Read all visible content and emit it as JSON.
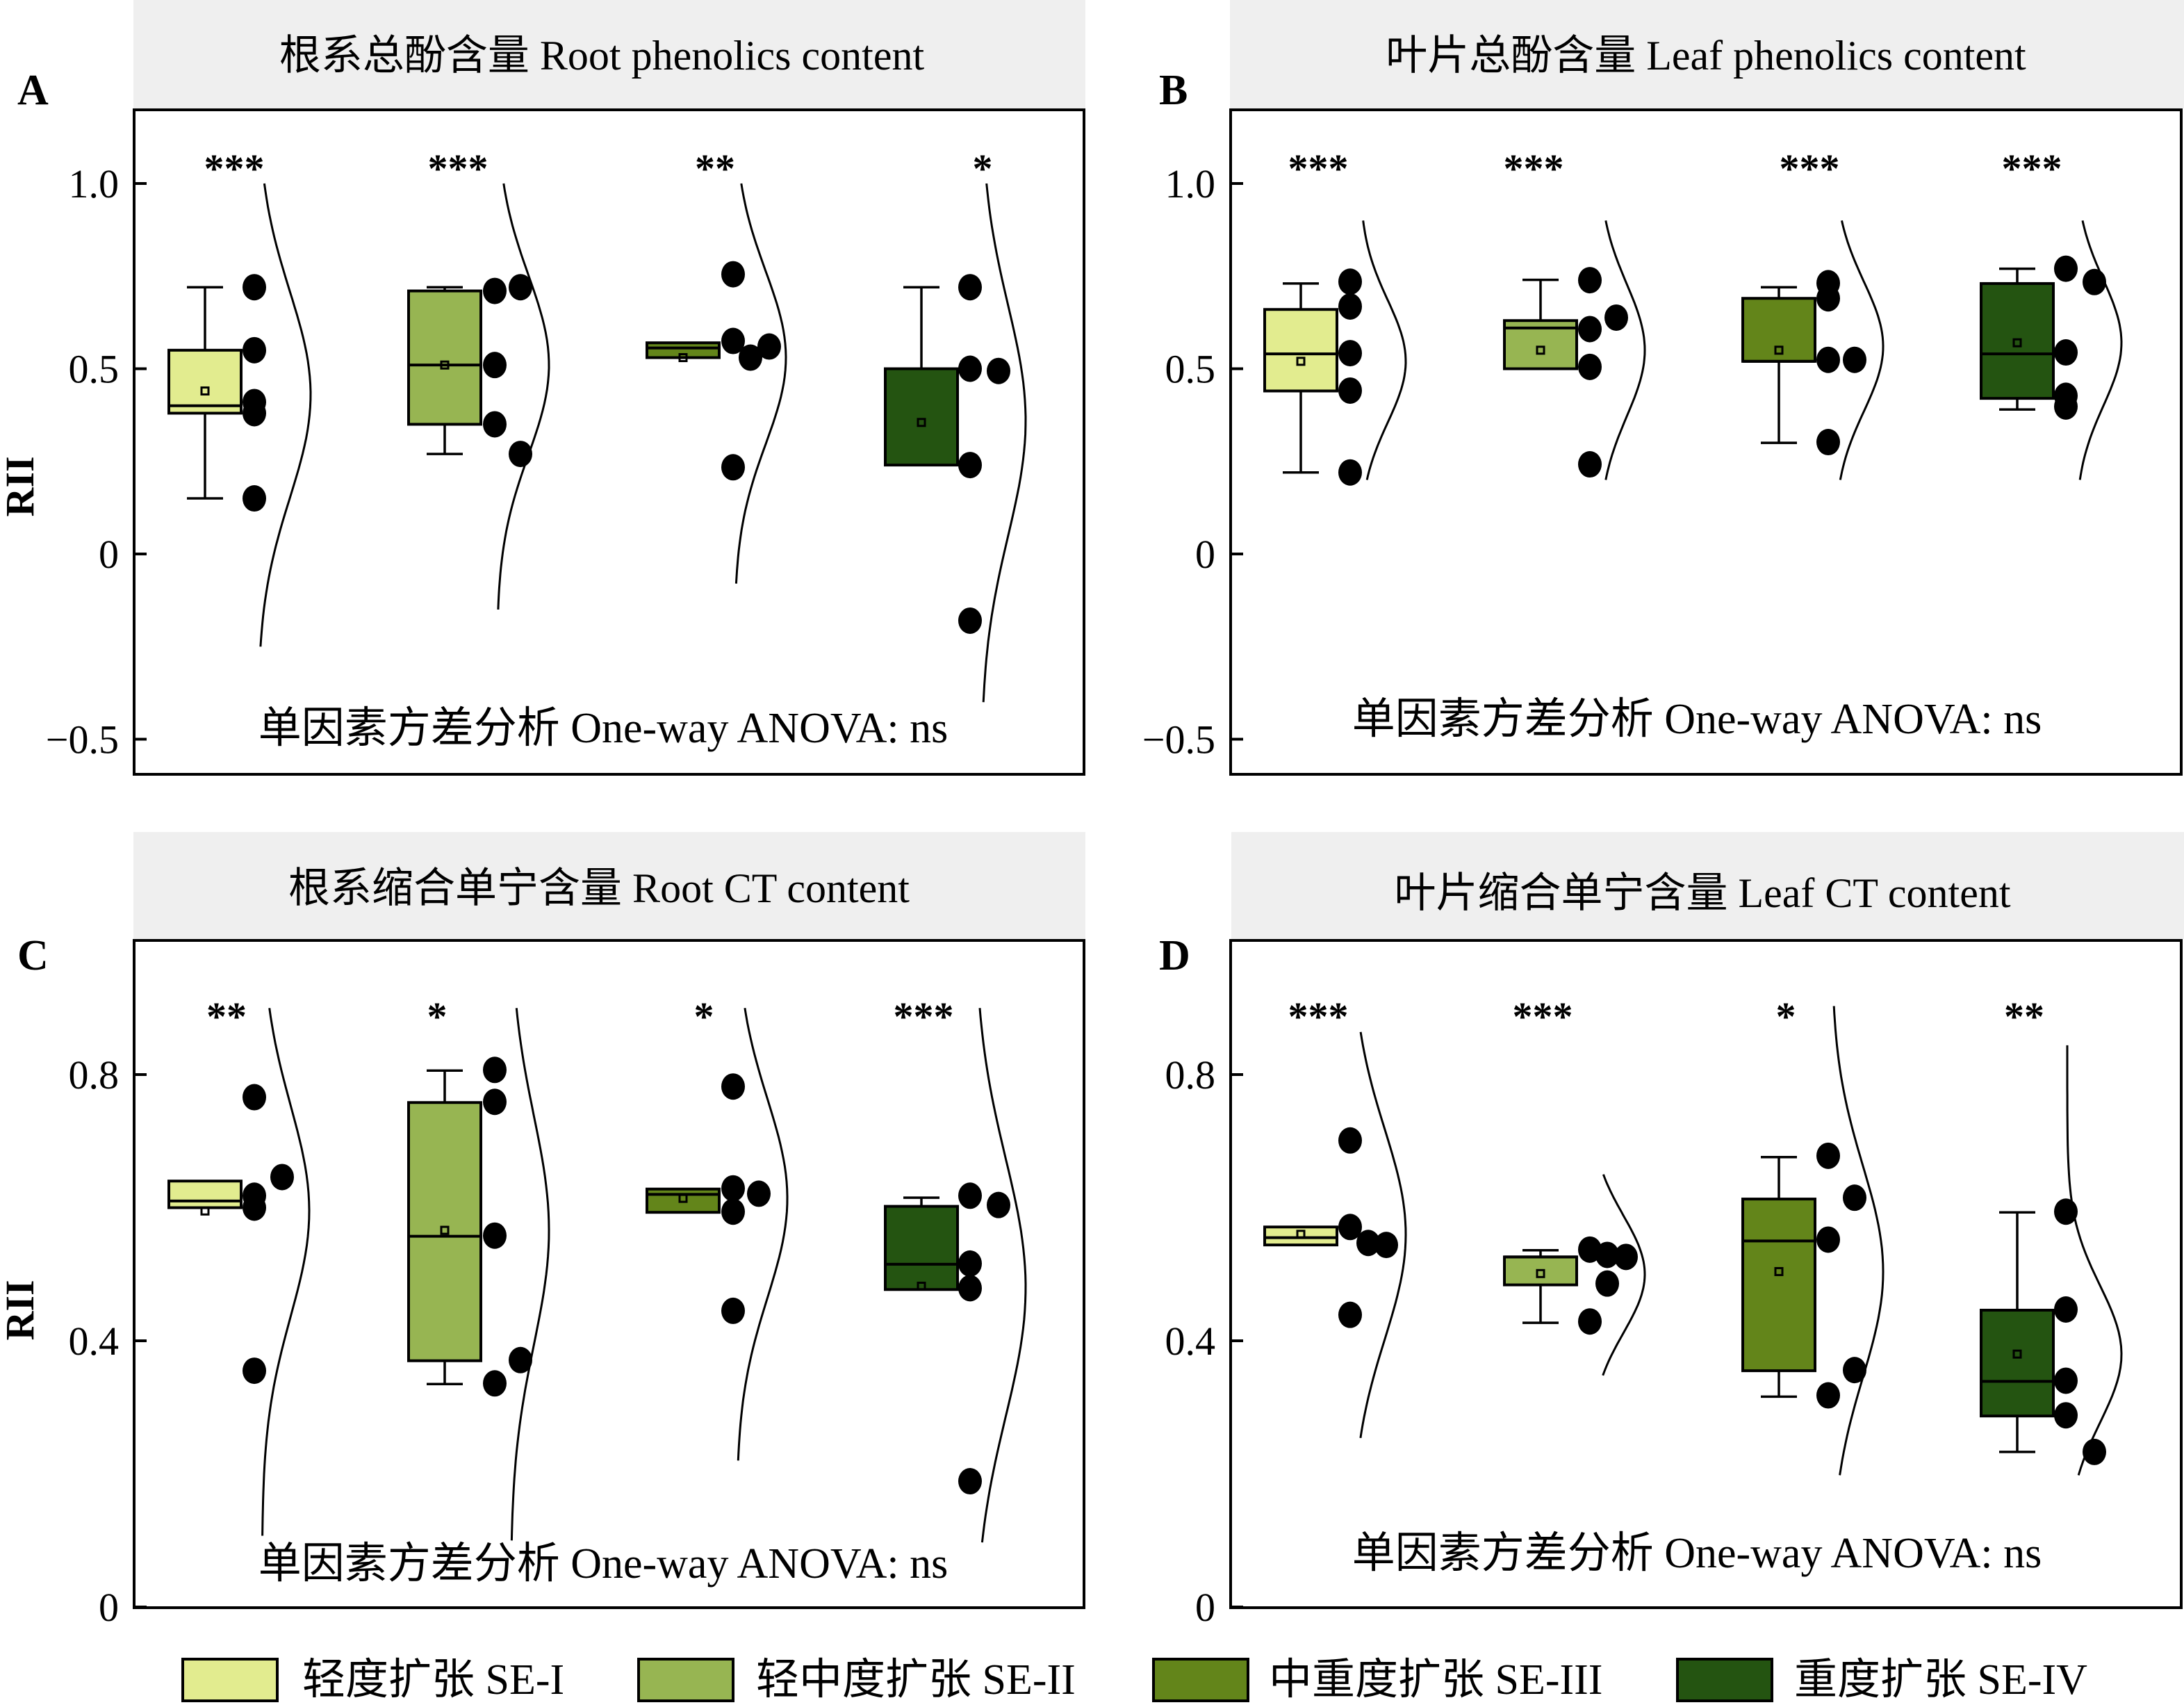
{
  "legend": [
    {
      "label": "轻度扩张 SE-I",
      "color": "#E2EC8F"
    },
    {
      "label": "轻中度扩张 SE-II",
      "color": "#97B552"
    },
    {
      "label": "中重度扩张 SE-III",
      "color": "#63851A"
    },
    {
      "label": "重度扩张 SE-IV",
      "color": "#245411"
    }
  ],
  "chart_data": [
    {
      "panel": "A",
      "type": "box",
      "title": "根系总酚含量 Root phenolics content",
      "ylabel": "RII",
      "ylim": [
        -0.6,
        1.2
      ],
      "yticks": [
        1.0,
        0.5,
        0,
        -0.5
      ],
      "ytick_labels": [
        "1.0",
        "0.5",
        "0",
        "−0.5"
      ],
      "annotation": "单因素方差分析 One-way ANOVA: ns",
      "groups": [
        {
          "name": "SE-I",
          "significance": "***",
          "whisker_low": 0.15,
          "q1": 0.38,
          "median": 0.4,
          "q3": 0.55,
          "whisker_high": 0.72,
          "mean": 0.44,
          "points": [
            0.72,
            0.55,
            0.41,
            0.38,
            0.15
          ],
          "density_range": [
            -0.25,
            1.0
          ],
          "density_peak": 0.43
        },
        {
          "name": "SE-II",
          "significance": "***",
          "whisker_low": 0.27,
          "q1": 0.35,
          "median": 0.51,
          "q3": 0.71,
          "whisker_high": 0.72,
          "mean": 0.51,
          "points": [
            0.71,
            0.72,
            0.51,
            0.35,
            0.27
          ],
          "density_range": [
            -0.15,
            1.0
          ],
          "density_peak": 0.51
        },
        {
          "name": "SE-III",
          "significance": "**",
          "whisker_low": 0.53,
          "q1": 0.53,
          "median": 0.556,
          "q3": 0.57,
          "whisker_high": 0.57,
          "mean": 0.53,
          "points": [
            0.755,
            0.575,
            0.53,
            0.56,
            0.234
          ],
          "density_range": [
            -0.08,
            1.0
          ],
          "density_peak": 0.53
        },
        {
          "name": "SE-IV",
          "significance": "*",
          "whisker_low": 0.24,
          "q1": 0.24,
          "median": 0.5,
          "q3": 0.5,
          "whisker_high": 0.72,
          "mean": 0.355,
          "points": [
            0.72,
            0.5,
            0.494,
            0.24,
            -0.18
          ],
          "density_range": [
            -0.4,
            1.0
          ],
          "density_peak": 0.36
        }
      ]
    },
    {
      "panel": "B",
      "type": "box",
      "title": "叶片总酚含量 Leaf phenolics content",
      "ylabel": "",
      "ylim": [
        -0.6,
        1.2
      ],
      "yticks": [
        1.0,
        0.5,
        0,
        -0.5
      ],
      "ytick_labels": [
        "1.0",
        "0.5",
        "0",
        "−0.5"
      ],
      "annotation": "单因素方差分析 One-way ANOVA: ns",
      "groups": [
        {
          "name": "SE-I",
          "significance": "***",
          "whisker_low": 0.22,
          "q1": 0.44,
          "median": 0.54,
          "q3": 0.66,
          "whisker_high": 0.73,
          "mean": 0.52,
          "points": [
            0.735,
            0.668,
            0.542,
            0.441,
            0.22
          ],
          "density_range": [
            0.2,
            0.9
          ],
          "density_peak": 0.52
        },
        {
          "name": "SE-II",
          "significance": "***",
          "whisker_low": 0.5,
          "q1": 0.5,
          "median": 0.61,
          "q3": 0.63,
          "whisker_high": 0.74,
          "mean": 0.55,
          "points": [
            0.739,
            0.607,
            0.505,
            0.638,
            0.242
          ],
          "density_range": [
            0.2,
            0.9
          ],
          "density_peak": 0.55
        },
        {
          "name": "SE-III",
          "significance": "***",
          "whisker_low": 0.3,
          "q1": 0.52,
          "median": 0.52,
          "q3": 0.69,
          "whisker_high": 0.72,
          "mean": 0.55,
          "points": [
            0.731,
            0.69,
            0.524,
            0.524,
            0.302
          ],
          "density_range": [
            0.2,
            0.9
          ],
          "density_peak": 0.56
        },
        {
          "name": "SE-IV",
          "significance": "***",
          "whisker_low": 0.39,
          "q1": 0.42,
          "median": 0.54,
          "q3": 0.73,
          "whisker_high": 0.77,
          "mean": 0.57,
          "points": [
            0.77,
            0.734,
            0.544,
            0.427,
            0.398
          ],
          "density_range": [
            0.2,
            0.9
          ],
          "density_peak": 0.57
        }
      ]
    },
    {
      "panel": "C",
      "type": "box",
      "title": "根系缩合单宁含量 Root CT content",
      "ylabel": "RII",
      "ylim": [
        0,
        1.0
      ],
      "yticks": [
        0.8,
        0.4,
        0
      ],
      "ytick_labels": [
        "0.8",
        "0.4",
        "0"
      ],
      "annotation": "单因素方差分析 One-way ANOVA: ns",
      "groups": [
        {
          "name": "SE-I",
          "significance": "**",
          "whisker_low": 0.6,
          "q1": 0.6,
          "median": 0.61,
          "q3": 0.64,
          "whisker_high": 0.64,
          "mean": 0.595,
          "points": [
            0.766,
            0.646,
            0.618,
            0.6,
            0.355
          ],
          "density_range": [
            0.107,
            0.9
          ],
          "density_peak": 0.595
        },
        {
          "name": "SE-II",
          "significance": "*",
          "whisker_low": 0.335,
          "q1": 0.37,
          "median": 0.557,
          "q3": 0.758,
          "whisker_high": 0.806,
          "mean": 0.566,
          "points": [
            0.807,
            0.759,
            0.558,
            0.371,
            0.336
          ],
          "density_range": [
            0.1,
            0.9
          ],
          "density_peak": 0.566
        },
        {
          "name": "SE-III",
          "significance": "*",
          "whisker_low": 0.593,
          "q1": 0.593,
          "median": 0.62,
          "q3": 0.628,
          "whisker_high": 0.628,
          "mean": 0.614,
          "points": [
            0.782,
            0.629,
            0.621,
            0.594,
            0.445
          ],
          "density_range": [
            0.22,
            0.9
          ],
          "density_peak": 0.614
        },
        {
          "name": "SE-IV",
          "significance": "***",
          "whisker_low": 0.477,
          "q1": 0.477,
          "median": 0.515,
          "q3": 0.602,
          "whisker_high": 0.615,
          "mean": 0.482,
          "points": [
            0.618,
            0.604,
            0.516,
            0.479,
            0.189
          ],
          "density_range": [
            0.097,
            0.9
          ],
          "density_peak": 0.48
        }
      ]
    },
    {
      "panel": "D",
      "type": "box",
      "title": "叶片缩合单宁含量 Leaf CT content",
      "ylabel": "",
      "ylim": [
        0,
        1.0
      ],
      "yticks": [
        0.8,
        0.4,
        0
      ],
      "ytick_labels": [
        "0.8",
        "0.4",
        "0"
      ],
      "annotation": "单因素方差分析 One-way ANOVA: ns",
      "groups": [
        {
          "name": "SE-I",
          "significance": "***",
          "whisker_low": 0.544,
          "q1": 0.544,
          "median": 0.555,
          "q3": 0.571,
          "whisker_high": 0.571,
          "mean": 0.56,
          "points": [
            0.701,
            0.571,
            0.547,
            0.544,
            0.439
          ],
          "density_range": [
            0.254,
            0.864
          ],
          "density_peak": 0.56
        },
        {
          "name": "SE-II",
          "significance": "***",
          "whisker_low": 0.427,
          "q1": 0.484,
          "median": 0.526,
          "q3": 0.526,
          "whisker_high": 0.536,
          "mean": 0.501,
          "points": [
            0.529,
            0.537,
            0.526,
            0.486,
            0.429
          ],
          "density_range": [
            0.348,
            0.65
          ],
          "density_peak": 0.5
        },
        {
          "name": "SE-III",
          "significance": "*",
          "whisker_low": 0.316,
          "q1": 0.355,
          "median": 0.55,
          "q3": 0.613,
          "whisker_high": 0.676,
          "mean": 0.504,
          "points": [
            0.678,
            0.615,
            0.552,
            0.356,
            0.318
          ],
          "density_range": [
            0.198,
            0.903
          ],
          "density_peak": 0.504
        },
        {
          "name": "SE-IV",
          "significance": "**",
          "whisker_low": 0.233,
          "q1": 0.287,
          "median": 0.339,
          "q3": 0.446,
          "whisker_high": 0.593,
          "mean": 0.38,
          "points": [
            0.594,
            0.447,
            0.34,
            0.288,
            0.233
          ],
          "density_range": [
            0.198,
            0.844
          ],
          "density_peak": 0.38
        }
      ]
    }
  ]
}
